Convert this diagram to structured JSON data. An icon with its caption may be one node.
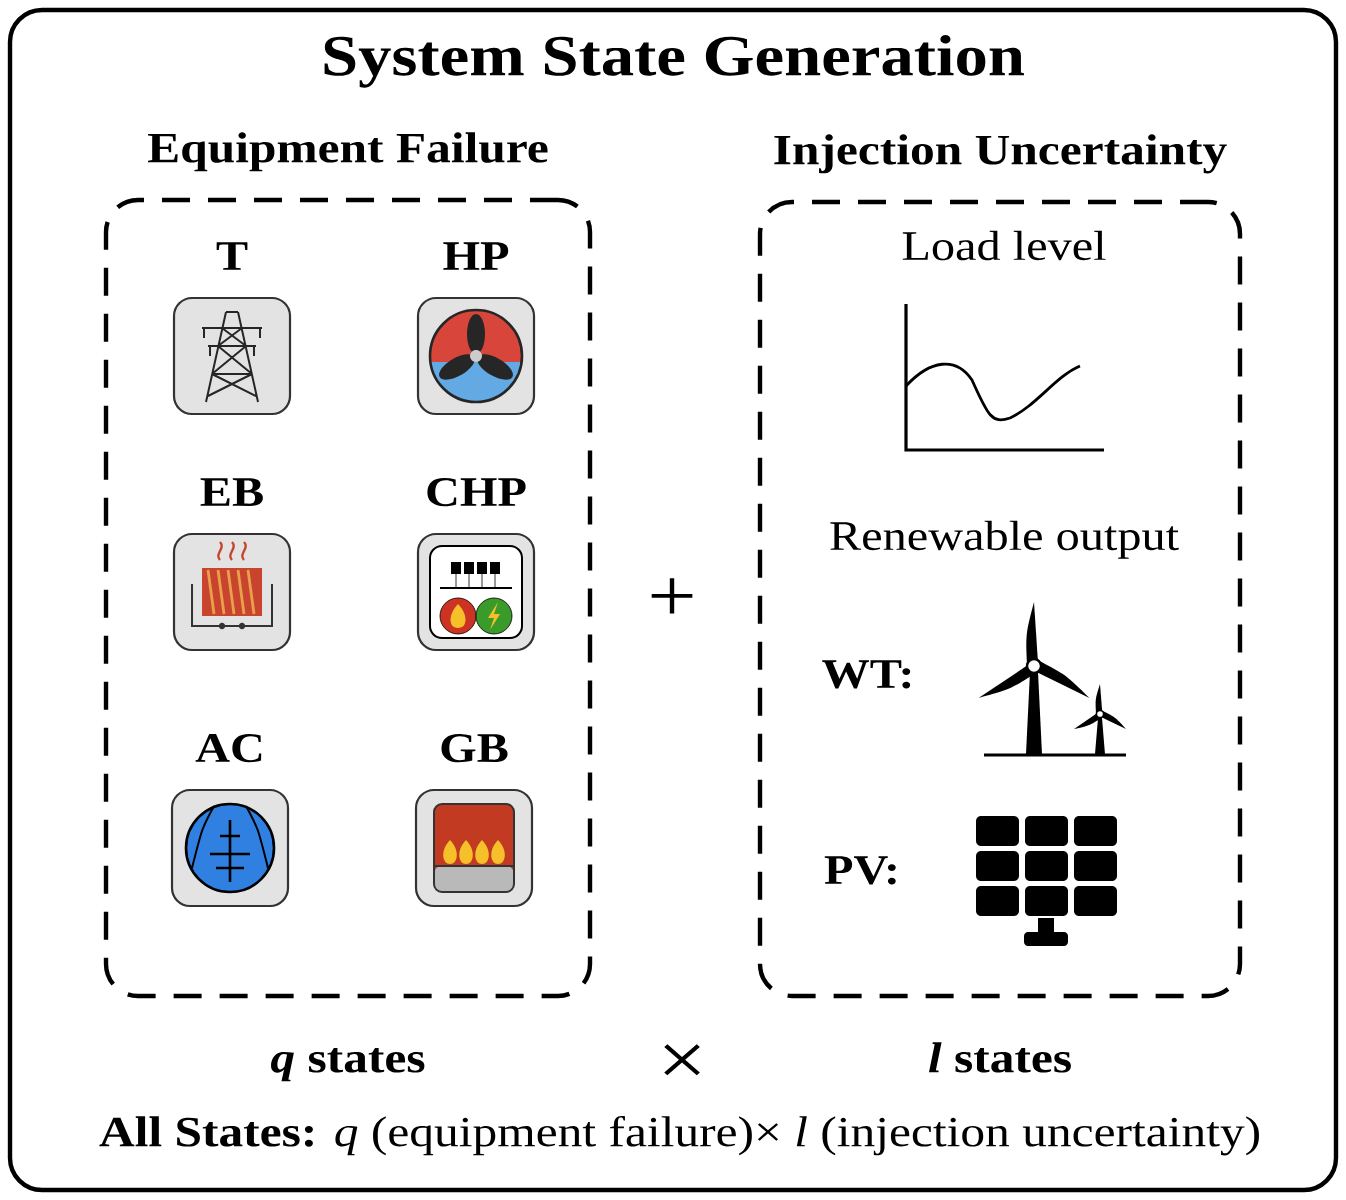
{
  "diagram": {
    "nodes": [
      {
        "text": [
          "System State Generation"
        ]
      },
      {
        "text": [
          "Equipment Failure"
        ],
        "in": 0,
        "beside": [
          "*q* states"
        ]
      },
      {
        "text": [
          "Injection Uncertainty"
        ],
        "in": 0,
        "beside": [
          "*l* states"
        ]
      },
      {
        "text": [
          "T"
        ],
        "in": 1
      },
      {
        "text": [
          "HP"
        ],
        "in": 1
      },
      {
        "text": [
          "EB"
        ],
        "in": 1
      },
      {
        "text": [
          "CHP"
        ],
        "in": 1
      },
      {
        "text": [
          "AC"
        ],
        "in": 1
      },
      {
        "text": [
          "GB"
        ],
        "in": 1
      }
    ],
    "labels": [
      "Load level",
      "Renewable output",
      "+",
      "WT:",
      "PV:",
      "×",
      "**All States:** *q* (equipment failure)× *l* (injection uncertainty)"
    ]
  }
}
